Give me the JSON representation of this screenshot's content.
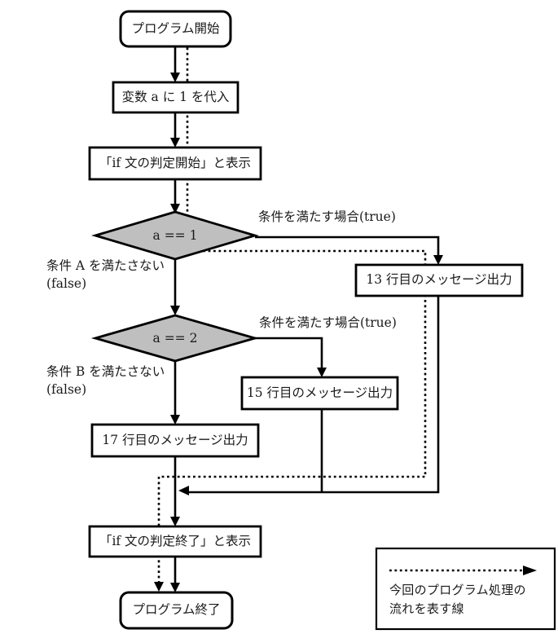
{
  "nodes": {
    "start": {
      "label": "プログラム開始"
    },
    "assign": {
      "label": "変数 a に 1 を代入"
    },
    "if_start": {
      "label": "「if 文の判定開始」と表示"
    },
    "cond_a": {
      "label": "a == 1"
    },
    "out13": {
      "label": "13 行目のメッセージ出力"
    },
    "cond_b": {
      "label": "a == 2"
    },
    "out15": {
      "label": "15 行目のメッセージ出力"
    },
    "out17": {
      "label": "17 行目のメッセージ出力"
    },
    "if_end": {
      "label": "「if 文の判定終了」と表示"
    },
    "end": {
      "label": "プログラム終了"
    }
  },
  "edge_labels": {
    "cond_a_true": "条件を満たす場合(true)",
    "cond_a_false_1": "条件 A を満たさない",
    "cond_a_false_2": "(false)",
    "cond_b_true": "条件を満たす場合(true)",
    "cond_b_false_1": "条件 B を満たさない",
    "cond_b_false_2": "(false)"
  },
  "legend": {
    "line_1": "今回のプログラム処理の",
    "line_2": "流れを表す線"
  },
  "colors": {
    "decision_fill": "#bfbfbf",
    "line": "#000000",
    "node_fill": "#ffffff",
    "background": "#ffffff"
  }
}
